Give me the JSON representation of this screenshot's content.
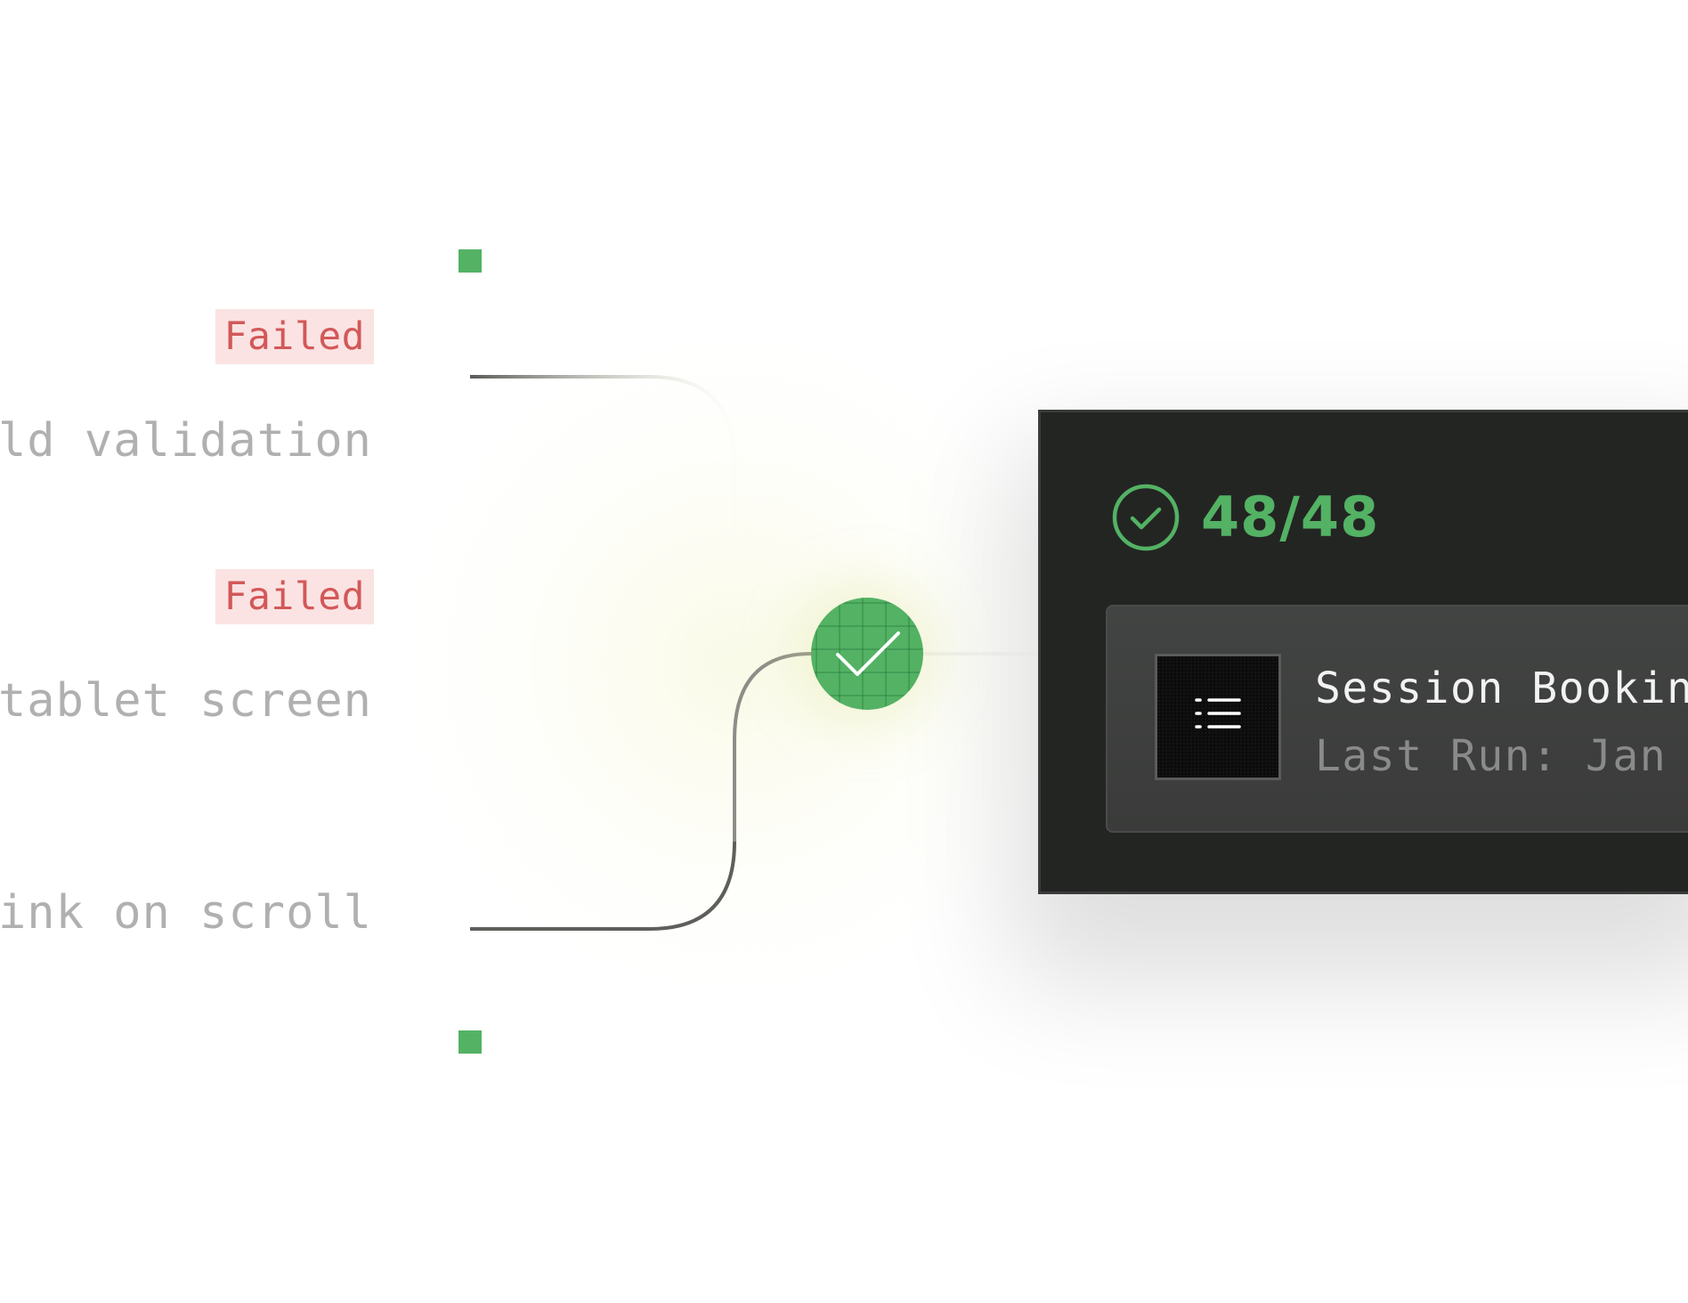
{
  "tests": [
    {
      "label": "ld validation",
      "status": "Failed"
    },
    {
      "label": "tablet screen",
      "status": "Failed"
    },
    {
      "label": "ink on scroll",
      "status": ""
    }
  ],
  "colors": {
    "success": "#53b264",
    "failed_text": "#d35858",
    "failed_bg": "#fbe3e3",
    "panel_bg": "#232523",
    "card_bg": "#3d3e3d"
  },
  "node": {
    "icon": "check-icon"
  },
  "results_panel": {
    "summary_icon": "check-circle-icon",
    "passed_count": "48/48",
    "suite": {
      "icon": "list-icon",
      "title": "Session Bookin",
      "last_run": "Last Run: Jan"
    }
  }
}
